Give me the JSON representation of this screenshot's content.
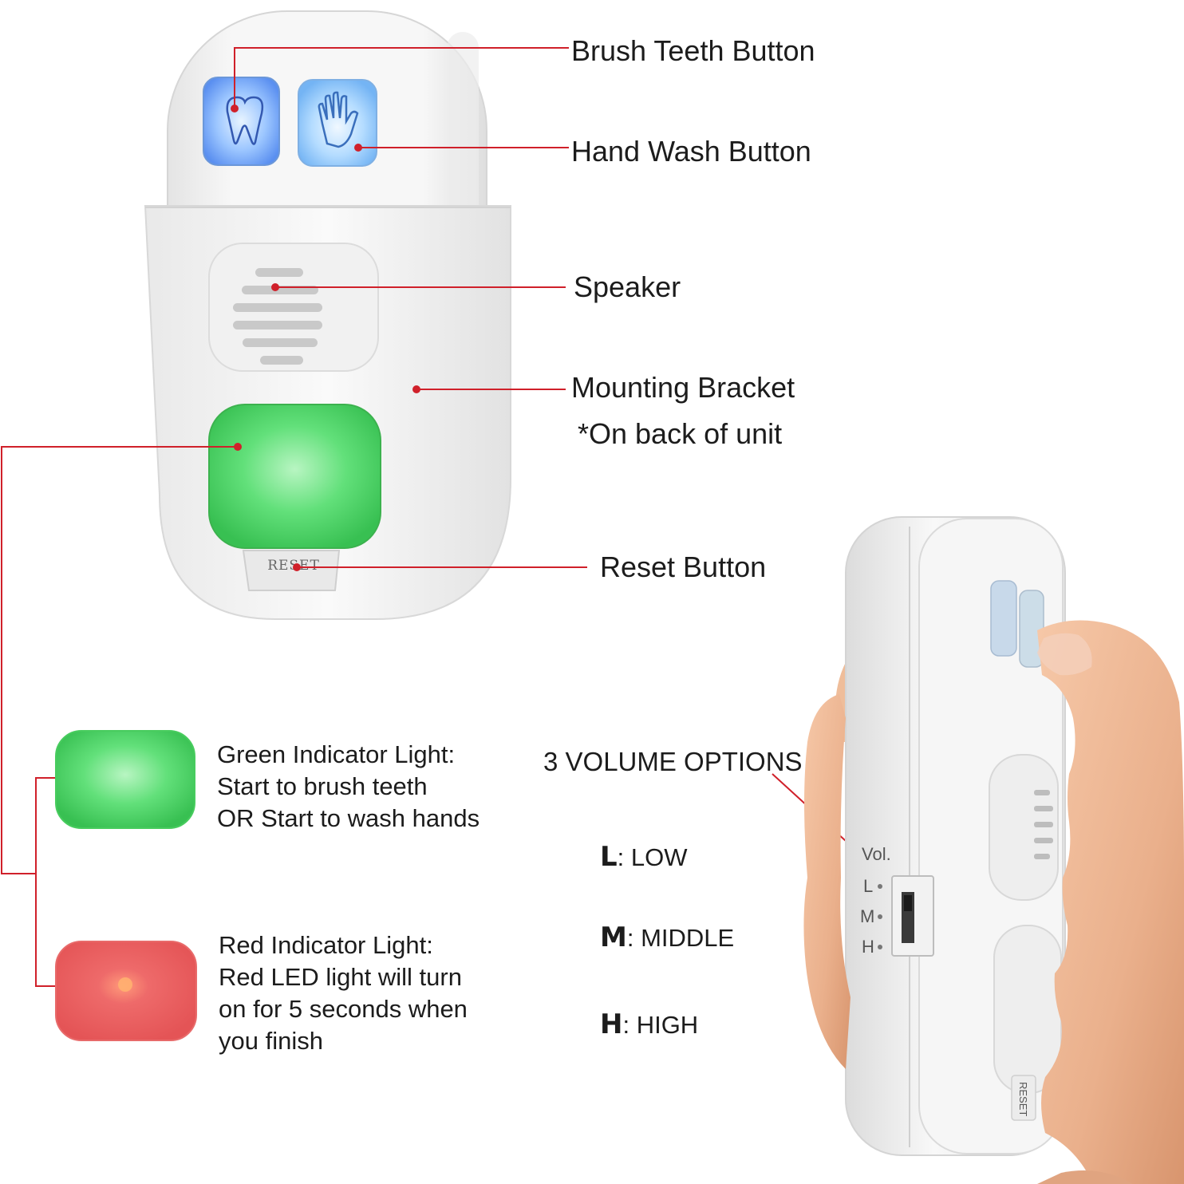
{
  "labels": {
    "brush_teeth": "Brush Teeth Button",
    "hand_wash": "Hand Wash Button",
    "speaker": "Speaker",
    "mounting_bracket": "Mounting Bracket",
    "mounting_note": "*On back of unit",
    "reset_button": "Reset Button"
  },
  "device": {
    "reset_text": "RESET",
    "side_reset_text": "RESET",
    "vol_text": "Vol.",
    "vol_marks": [
      "L",
      "M",
      "H"
    ]
  },
  "indicators": {
    "green": {
      "lines": [
        "Green Indicator Light:",
        "Start to brush teeth",
        "OR Start to wash hands"
      ],
      "color": "#4ed864"
    },
    "red": {
      "lines": [
        "Red Indicator Light:",
        "Red LED light will turn",
        "on for 5 seconds when",
        "you finish"
      ],
      "color": "#ec5c5c"
    }
  },
  "volume": {
    "title": "3 VOLUME OPTIONS",
    "options": [
      {
        "key": "L",
        "label": ": LOW"
      },
      {
        "key": "M",
        "label": ": MIDDLE"
      },
      {
        "key": "H",
        "label": ": HIGH"
      }
    ]
  },
  "colors": {
    "callout": "#d0202a",
    "teeth_button": "#7fb2f4",
    "hand_button": "#9fd0f6",
    "green_light": "#4ed864",
    "red_light": "#ec5c5c"
  }
}
